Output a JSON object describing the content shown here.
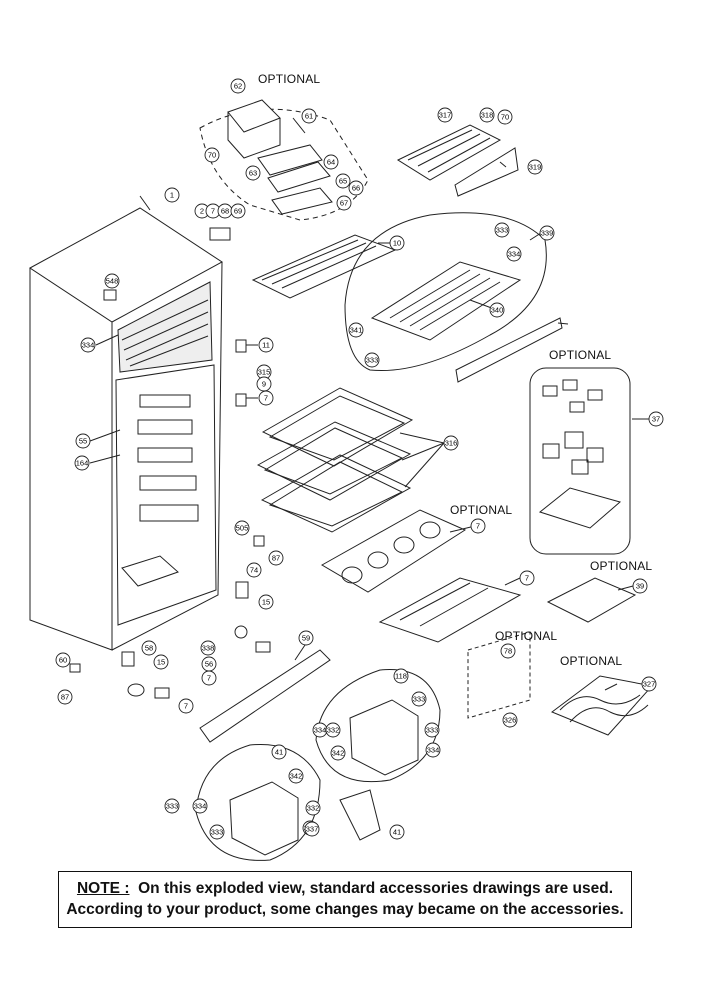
{
  "optional_label": "OPTIONAL",
  "note": {
    "label": "NOTE :",
    "line1_rest": "On this exploded view, standard accessories drawings are used.",
    "line2": "According to your product, some changes may became on the accessories."
  },
  "part_callouts": [
    "62",
    "61",
    "70",
    "63",
    "64",
    "65",
    "66",
    "67",
    "317",
    "318",
    "70",
    "319",
    "1",
    "2",
    "7",
    "68",
    "69",
    "10",
    "333",
    "334",
    "339",
    "548",
    "340",
    "341",
    "333",
    "334",
    "11",
    "315",
    "9",
    "7",
    "316",
    "37",
    "55",
    "164",
    "505",
    "87",
    "7",
    "74",
    "15",
    "7",
    "39",
    "58",
    "338",
    "15",
    "56",
    "7",
    "59",
    "60",
    "87",
    "7",
    "78",
    "326",
    "327",
    "118",
    "333",
    "334",
    "332",
    "333",
    "334",
    "41",
    "342",
    "333",
    "334",
    "332",
    "333",
    "334",
    "41",
    "342",
    "337"
  ]
}
